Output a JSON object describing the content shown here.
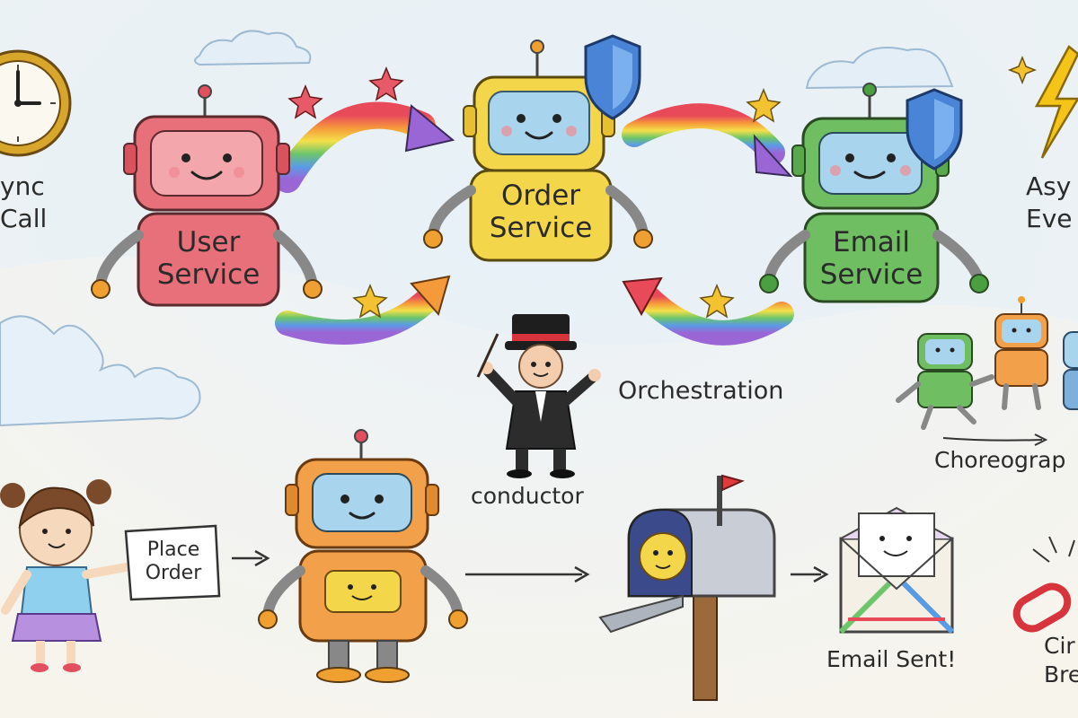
{
  "labels": {
    "async_call": [
      "ync",
      "Call"
    ],
    "async_event": [
      "Asy",
      "Eve"
    ],
    "user_service": [
      "User",
      "Service"
    ],
    "order_service": [
      "Order",
      "Service"
    ],
    "email_service": [
      "Email",
      "Service"
    ],
    "orchestration": "Orchestration",
    "conductor": "conductor",
    "choreography": "Choreograp",
    "place_order": [
      "Place",
      "Order"
    ],
    "email_sent": "Email Sent!",
    "circuit_breaker": [
      "Cir",
      "Bre"
    ]
  },
  "colors": {
    "background": "#f7f4ec",
    "user_robot": "#e8707a",
    "order_robot": "#f3d64a",
    "email_robot": "#6fbf62",
    "orange_robot": "#f2a14a",
    "screen": "#a8d4ee",
    "shield": "#4a84d6",
    "bolt": "#f5c418",
    "star": "#f2c230",
    "star_red": "#e65a6a"
  },
  "icons": [
    "clock-icon",
    "shield-icon",
    "lightning-icon",
    "star-icon",
    "cloud-icon",
    "mailbox-icon",
    "envelope-icon",
    "chain-icon",
    "top-hat-icon",
    "baton-icon"
  ]
}
